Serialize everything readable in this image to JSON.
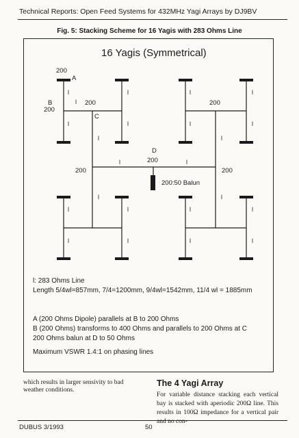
{
  "header": "Technical Reports: Open Feed Systems for 432MHz Yagi Arrays by DJ9BV",
  "figure_title": "Fig. 5: Stacking Scheme for 16 Yagis with 283 Ohms Line",
  "diagram": {
    "title": "16 Yagis (Symmetrical)",
    "labels": {
      "a": "A",
      "b": "B",
      "c": "C",
      "d": "D",
      "v200_a": "200",
      "v200_b": "200",
      "v200_c": "200",
      "v200_tr": "200",
      "v200_d": "200",
      "v200_left": "200",
      "v200_right": "200",
      "balun": "200:50 Balun",
      "line": "l"
    }
  },
  "notes": {
    "line": "l: 283 Ohms Line",
    "lengths": "Length 5/4wl=857mm, 7/4=1200mm, 9/4wl=1542mm, 11/4 wl = 1885mm",
    "a": "A (200 Ohms Dipole) parallels at B to 200 Ohms",
    "b": "B (200 Ohms) transforms to 400 Ohms and parallels to 200 Ohms at C",
    "c": "200 Ohms balun at D to 50 Ohms",
    "vswr": "Maximum VSWR  1.4:1 on phasing lines"
  },
  "left_text": "which results in larger sensivity to bad weather conditions.",
  "section_title": "The 4 Yagi Array",
  "right_text": "For variable distance stacking each vertical bay is stacked with aperiodic 200Ω line. This results in 100Ω impedance for a vertical pair and no con-",
  "footer": {
    "issue": "DUBUS 3/1993",
    "page": "50"
  }
}
